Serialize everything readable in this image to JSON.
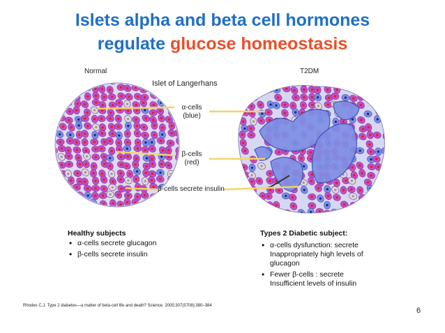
{
  "title": {
    "line1": "Islets alpha and beta cell hormones",
    "line2_prefix": "regulate ",
    "line2_highlight": "glucose homeostasis"
  },
  "panels": {
    "left_label": "Normal",
    "right_label": "T2DM",
    "center_title": "Islet of Langerhans"
  },
  "annotations": {
    "alpha_line1": "α-cells",
    "alpha_line2": "(blue)",
    "beta_line1": "β-cells",
    "beta_line2": "(red)",
    "secrete": "β-cells secrete insulin"
  },
  "healthy": {
    "heading": "Healthy subjects",
    "items": [
      "α-cells secrete glucagon",
      "β-cells secrete insulin"
    ]
  },
  "diabetic": {
    "heading": "Types 2 Diabetic subject:",
    "items": [
      "α-cells dysfunction: secrete Inappropriately high levels of glucagon",
      "Fewer β-cells : secrete Insufficient levels of insulin"
    ]
  },
  "citation": "Rhodes C.J. Type 2 diabetes—a matter of beta-cell life and death? Science. 2005;307(5708):380–384",
  "page_number": "6",
  "colors": {
    "title_blue": "#1f6fc5",
    "highlight_orange": "#e8502a",
    "beta_cell": "#c04fc8",
    "beta_nucleus": "#e02020",
    "alpha_cell": "#6f7fe0",
    "amyloid": "#8090e0",
    "arrow_line": "#f3d36a"
  }
}
